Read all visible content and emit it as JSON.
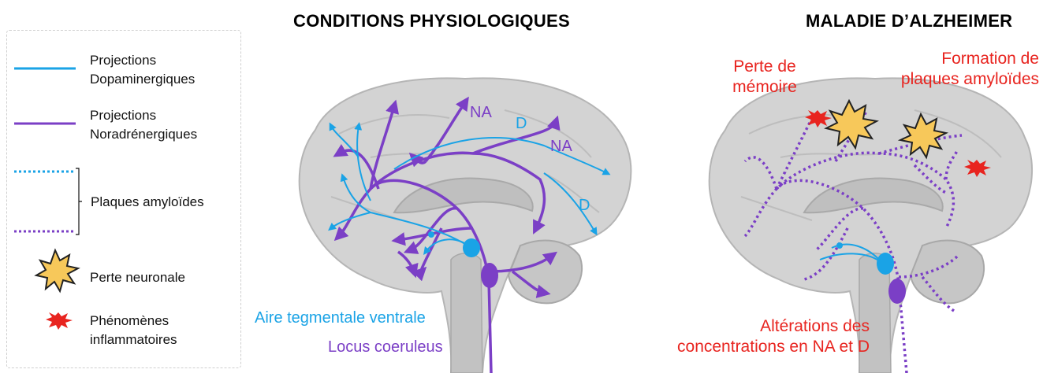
{
  "legend": {
    "dopaminergic": "Projections\nDopaminergiques",
    "noradrenergic": "Projections\nNoradrénergiques",
    "plaques": "Plaques amyloïdes",
    "neuronal_loss": "Perte neuronale",
    "inflammation": "Phénomènes\ninflammatoires"
  },
  "left_panel": {
    "title": "CONDITIONS PHYSIOLOGIQUES",
    "labels": {
      "na1": "NA",
      "d1": "D",
      "na2": "NA",
      "d2": "D"
    },
    "vta": "Aire tegmentale ventrale",
    "lc": "Locus coeruleus"
  },
  "right_panel": {
    "title": "MALADIE D’ALZHEIMER",
    "memory_loss": "Perte de\nmémoire",
    "plaque_formation": "Formation de\nplaques amyloïdes",
    "alterations": "Altérations des\nconcentrations en NA et D"
  },
  "colors": {
    "dopamine": "#1aa3e6",
    "noradrenaline": "#7b3fc6",
    "alert": "#e8241f",
    "brain": "#cfcfcf"
  }
}
